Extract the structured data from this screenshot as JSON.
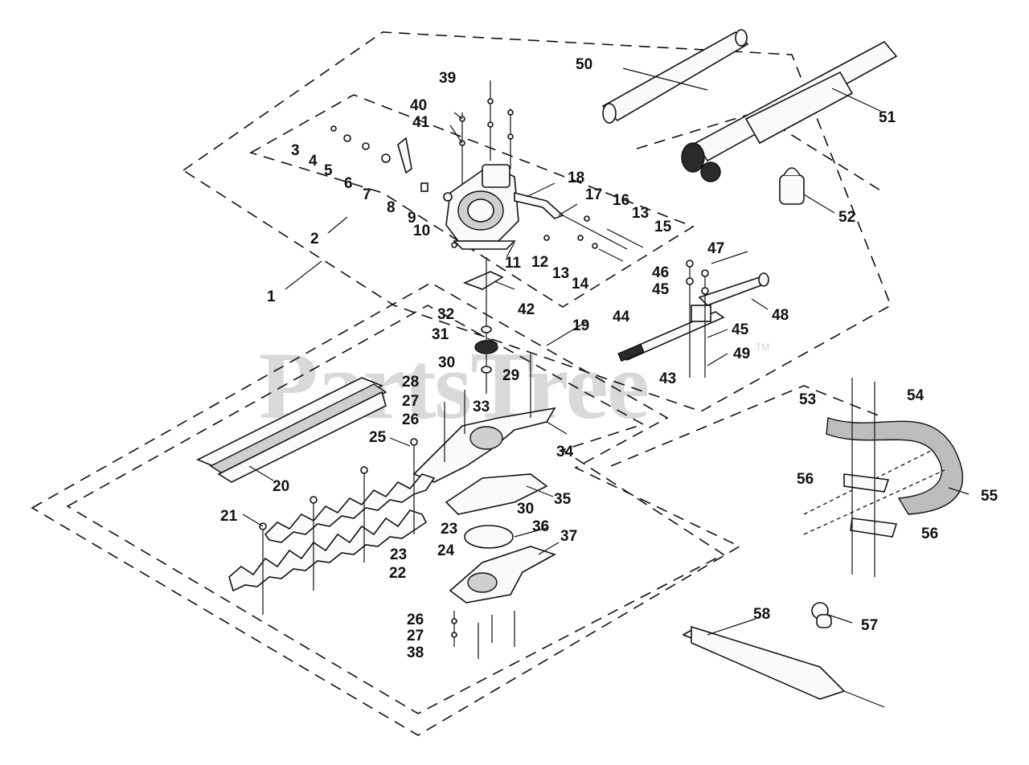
{
  "watermark": {
    "text": "PartsTree",
    "mark": "TM"
  },
  "callouts": [
    "1",
    "2",
    "3",
    "4",
    "5",
    "6",
    "7",
    "8",
    "9",
    "10",
    "11",
    "12",
    "13",
    "13",
    "14",
    "15",
    "16",
    "17",
    "18",
    "19",
    "20",
    "21",
    "22",
    "23",
    "23",
    "24",
    "25",
    "26",
    "26",
    "27",
    "27",
    "28",
    "29",
    "30",
    "30",
    "31",
    "32",
    "33",
    "34",
    "35",
    "36",
    "37",
    "38",
    "39",
    "40",
    "41",
    "42",
    "43",
    "44",
    "45",
    "45",
    "46",
    "47",
    "48",
    "49",
    "50",
    "51",
    "52",
    "53",
    "54",
    "55",
    "56",
    "56",
    "57",
    "58"
  ]
}
